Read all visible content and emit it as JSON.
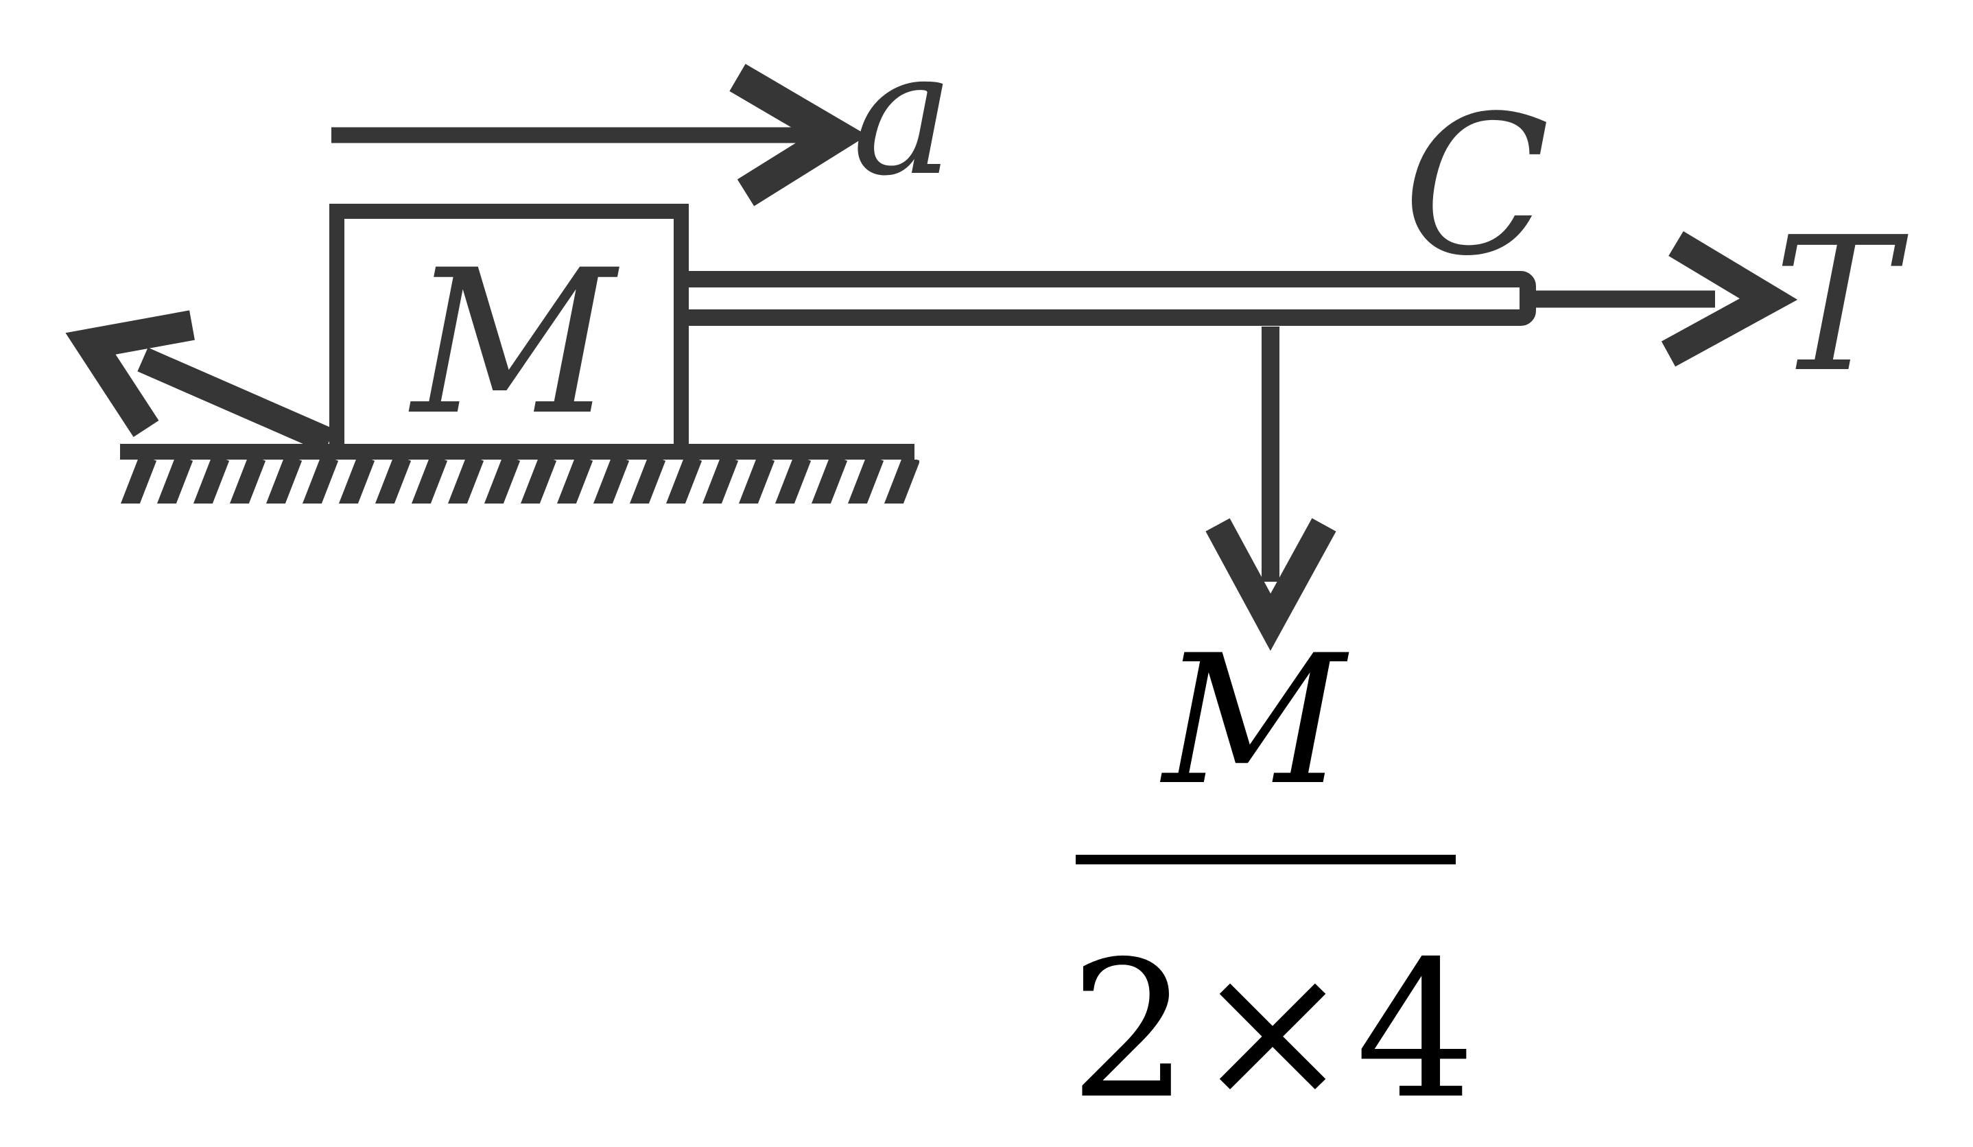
{
  "figure": {
    "type": "physics-free-body-diagram",
    "labels": {
      "acceleration": "a",
      "block_mass": "M",
      "point": "C",
      "tension": "T"
    },
    "load_fraction": {
      "numerator": "M",
      "denominator": "2×4"
    },
    "colors": {
      "diagram_stroke": "#363636",
      "fraction_text": "#000000",
      "background": "#ffffff"
    }
  }
}
